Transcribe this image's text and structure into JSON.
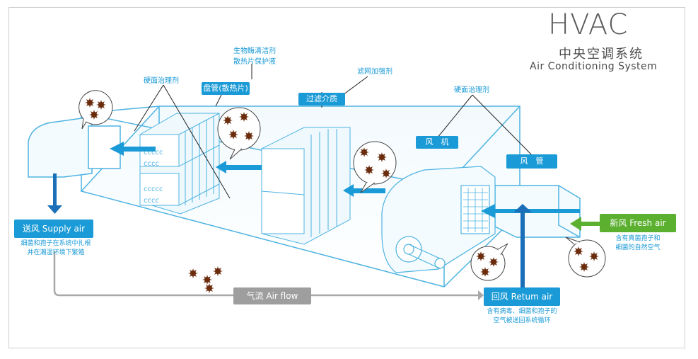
{
  "title": {
    "main": "HVAC",
    "chinese": "中央空调系统",
    "english": "Air Conditioning System"
  },
  "labels": {
    "hard_surface_left": "硬面治理剂",
    "bio_enzyme_1": "生物酶清洁剂",
    "bio_enzyme_2": "散热片保护液",
    "filter_enhancer": "滤网加强剂",
    "hard_surface_right": "硬面治理剂"
  },
  "tags": {
    "coil": "盘管(散热片)",
    "filter_media": "过滤介质",
    "fan": "风　机",
    "duct": "风　管",
    "supply_air": "送风 Supply air",
    "fresh_air": "新风 Fresh air",
    "return_air": "回风 Retum air",
    "air_flow": "气流 Air flow"
  },
  "notes": {
    "supply_1": "细菌和孢子在系统中扎根",
    "supply_2": "并在潮湿环境下繁殖",
    "fresh_1": "含有真菌孢子和",
    "fresh_2": "细菌的自然空气",
    "return_1": "含有病毒、细菌和孢子的",
    "return_2": "空气被送回系统循环"
  },
  "colors": {
    "accent_blue": "#1a9ad6",
    "fresh_green": "#5cb030",
    "flow_gray": "#9e9e9e",
    "germ_brown": "#6b2c0e"
  }
}
